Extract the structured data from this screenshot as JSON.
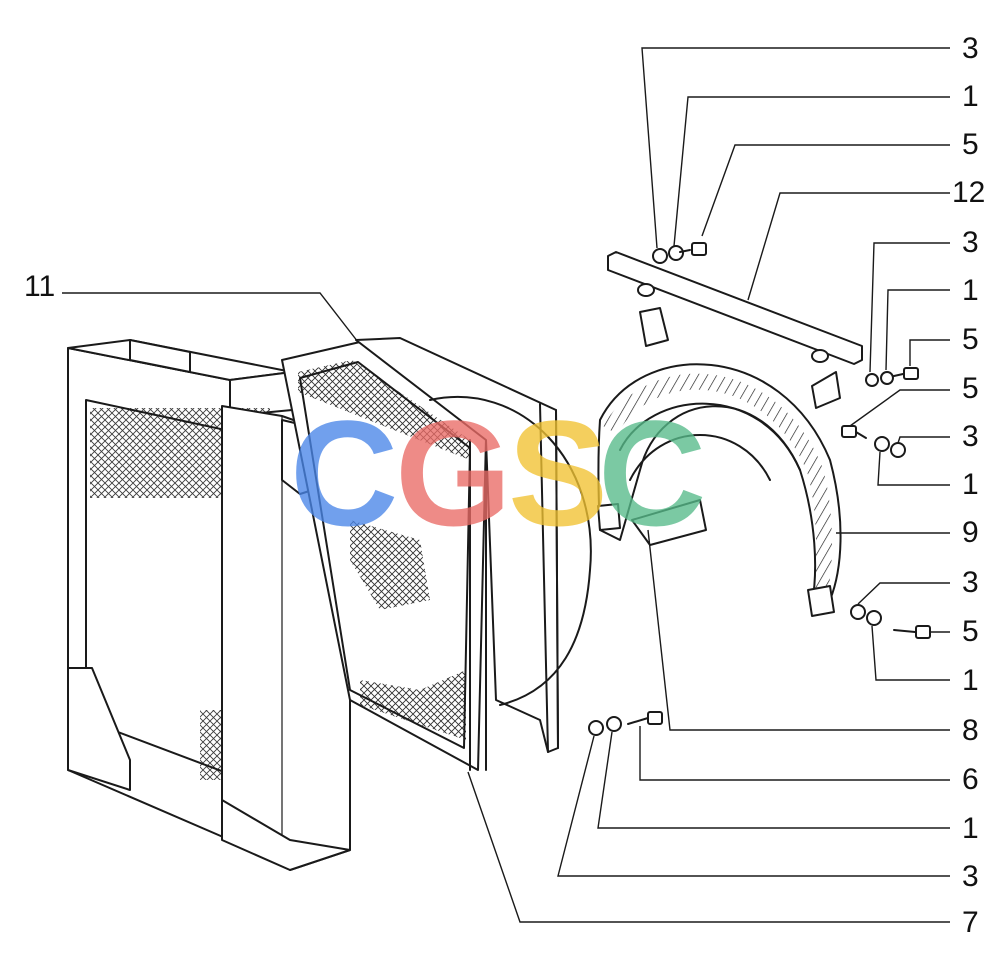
{
  "callouts": {
    "c_3a": "3",
    "c_1a": "1",
    "c_5a": "5",
    "c_12": "12",
    "c_3b": "3",
    "c_1b": "1",
    "c_5b": "5",
    "c_5c": "5",
    "c_3c": "3",
    "c_1c": "1",
    "c_9": "9",
    "c_3d": "3",
    "c_5d": "5",
    "c_1d": "1",
    "c_8": "8",
    "c_6": "6",
    "c_1e": "1",
    "c_3e": "3",
    "c_7": "7",
    "c_11": "11"
  },
  "watermark": {
    "letters": [
      "C",
      "G",
      "S",
      "C"
    ],
    "colors": [
      "#4a86e8",
      "#ea6b66",
      "#f1c232",
      "#57bb8a"
    ]
  }
}
